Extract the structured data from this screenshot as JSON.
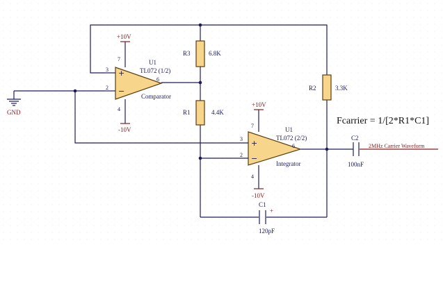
{
  "gnd_label": "GND",
  "u1a": {
    "ref": "U1",
    "part": "TL072 (1/2)",
    "role": "Comparator",
    "vpos": "+10V",
    "vneg": "-10V",
    "pin_inv": "3",
    "pin_non": "2",
    "pin_out": "6",
    "pin_vp": "7",
    "pin_vn": "4"
  },
  "u1b": {
    "ref": "U1",
    "part": "TL072 (2/2)",
    "role": "Integrator",
    "vpos": "+10V",
    "vneg": "-10V",
    "pin_inv": "3",
    "pin_non": "2",
    "pin_out": "6",
    "pin_vp": "7",
    "pin_vn": "4"
  },
  "r3": {
    "ref": "R3",
    "value": "6.8K"
  },
  "r1": {
    "ref": "R1",
    "value": "4.4K"
  },
  "r2": {
    "ref": "R2",
    "value": "3.3K"
  },
  "c1": {
    "ref": "C1",
    "value": "120pF",
    "polarity": "+"
  },
  "c2": {
    "ref": "C2",
    "value": "100nF"
  },
  "formula": "Fcarrier = 1/[2*R1*C1]",
  "output_net": "2MHz Carrier Waveform",
  "plus_sign": "+",
  "minus_sign": "−"
}
